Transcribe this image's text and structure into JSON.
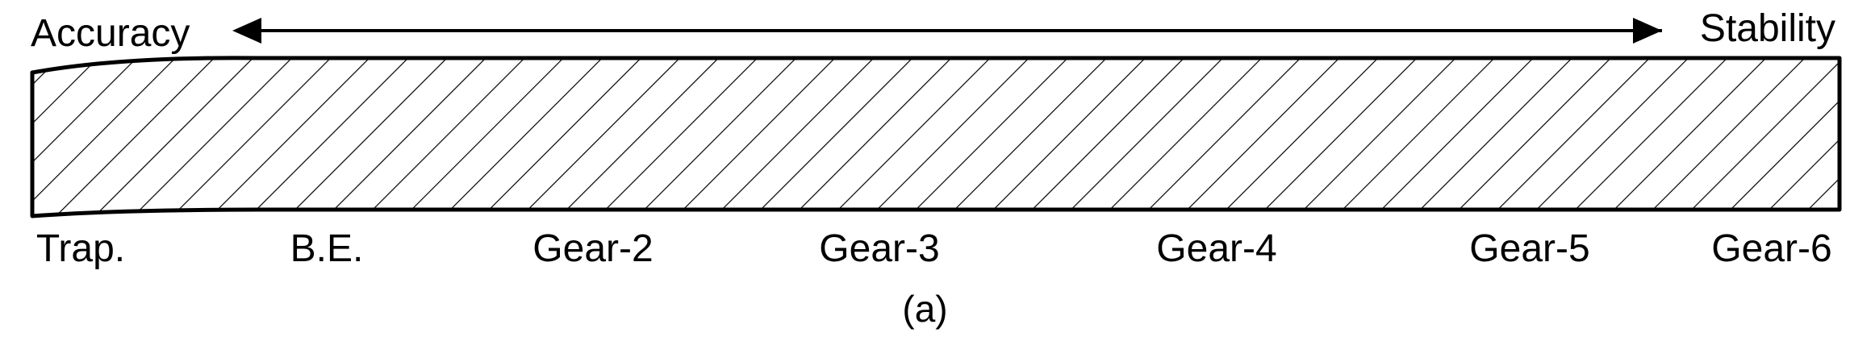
{
  "axis": {
    "left_label": "Accuracy",
    "right_label": "Stability"
  },
  "methods": [
    "Trap.",
    "B.E.",
    "Gear-2",
    "Gear-3",
    "Gear-4",
    "Gear-5",
    "Gear-6"
  ],
  "caption": "(a)",
  "colors": {
    "ink": "#000000",
    "background": "#ffffff"
  }
}
